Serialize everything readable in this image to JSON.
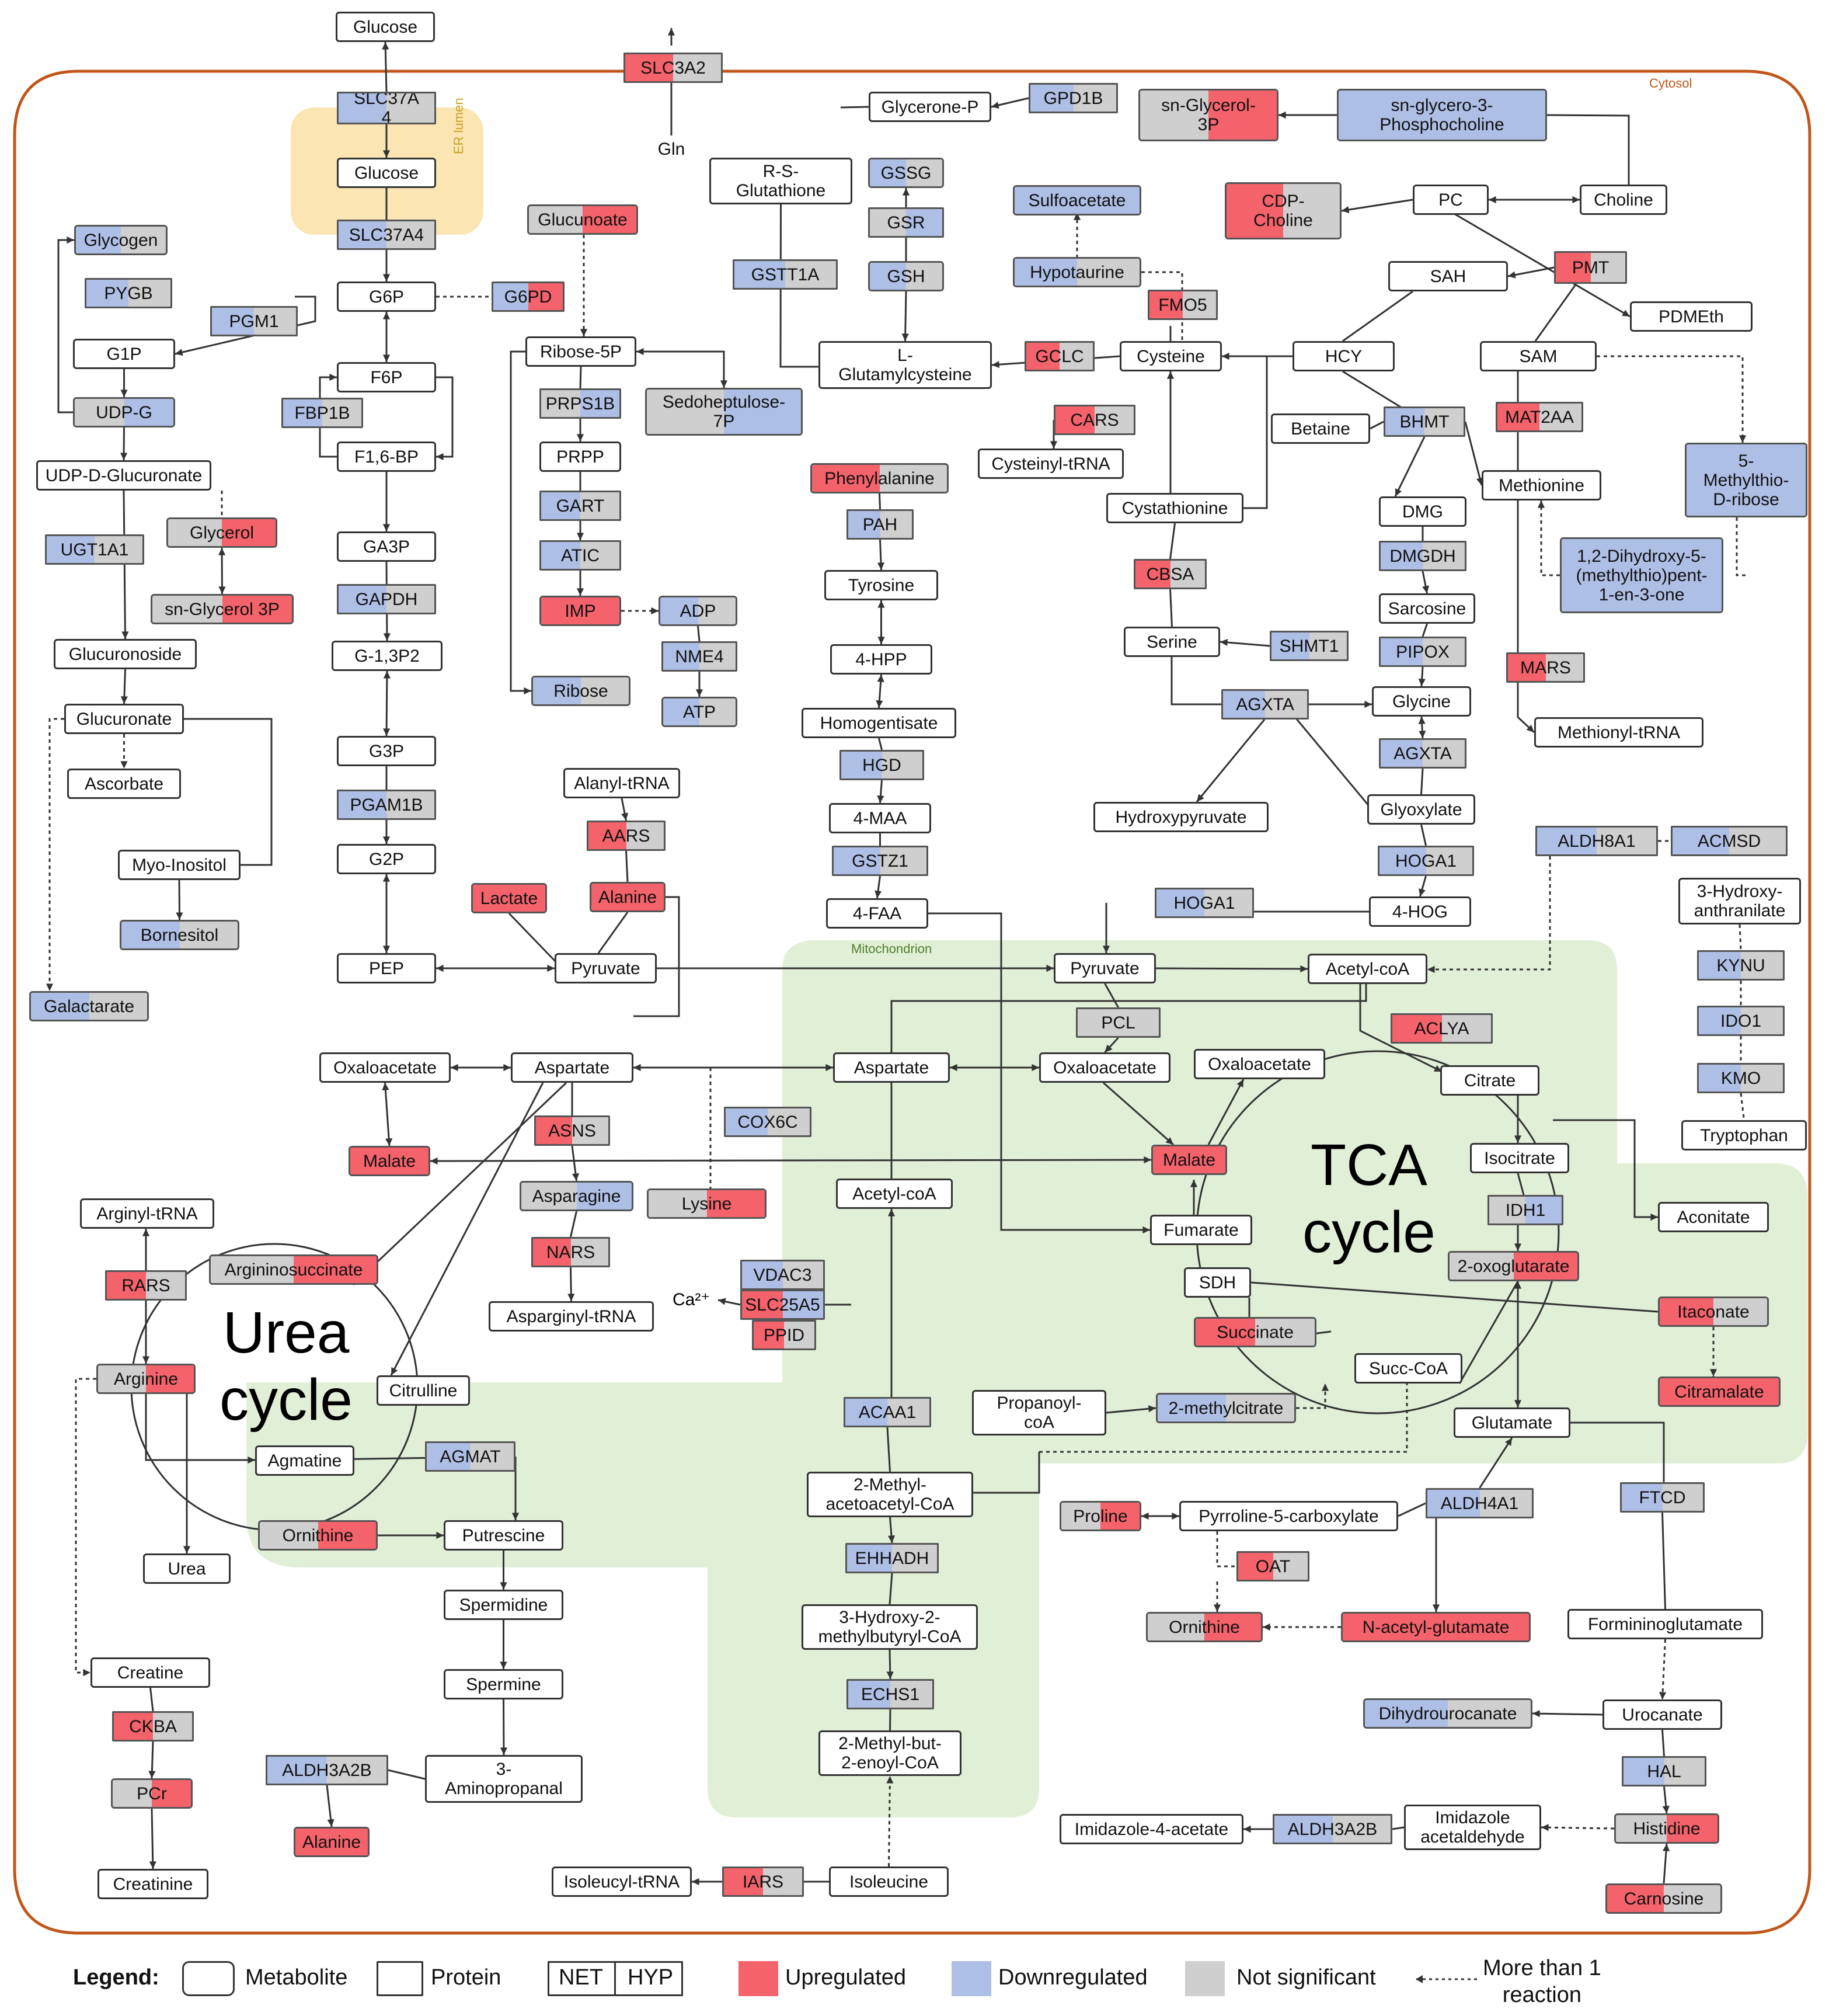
{
  "colors": {
    "up": "#f4626b",
    "down": "#aebfe6",
    "ns": "#cfcfcf",
    "cytosol": "#c0561a",
    "er": "#fbe5b3",
    "mito": "#e2efd7"
  },
  "regions": {
    "cytosol": "Cytosol",
    "er": "ER lumen",
    "mito": "Mitochondrion"
  },
  "cycles": {
    "tca": "TCA\ncycle",
    "urea": "Urea\ncycle"
  },
  "ca_label": "Ca²⁺",
  "nodes": [
    {
      "id": "glucose-top",
      "label": "Glucose"
    },
    {
      "id": "slc3a2",
      "label": "SLC3A2"
    },
    {
      "id": "gln",
      "label": "Gln"
    },
    {
      "id": "slc37a4-top",
      "label": "SLC37A\n4"
    },
    {
      "id": "glucose-er",
      "label": "Glucose"
    },
    {
      "id": "slc37a4",
      "label": "SLC37A4"
    },
    {
      "id": "g6p",
      "label": "G6P"
    },
    {
      "id": "g6pd",
      "label": "G6PD"
    },
    {
      "id": "glucunoate",
      "label": "Glucunoate"
    },
    {
      "id": "glycogen",
      "label": "Glycogen"
    },
    {
      "id": "pygb",
      "label": "PYGB"
    },
    {
      "id": "pgm1",
      "label": "PGM1"
    },
    {
      "id": "g1p",
      "label": "G1P"
    },
    {
      "id": "udpg",
      "label": "UDP-G"
    },
    {
      "id": "f6p",
      "label": "F6P"
    },
    {
      "id": "fbp1b",
      "label": "FBP1B"
    },
    {
      "id": "f16bp",
      "label": "F1,6-BP"
    },
    {
      "id": "udpdglucuronate",
      "label": "UDP-D-Glucuronate"
    },
    {
      "id": "glycerol",
      "label": "Glycerol"
    },
    {
      "id": "ugt1a1",
      "label": "UGT1A1"
    },
    {
      "id": "snglycerol3p-left",
      "label": "sn-Glycerol 3P"
    },
    {
      "id": "ga3p",
      "label": "GA3P"
    },
    {
      "id": "gapdh",
      "label": "GAPDH"
    },
    {
      "id": "g13p2",
      "label": "G-1,3P2"
    },
    {
      "id": "glucuronoside",
      "label": "Glucuronoside"
    },
    {
      "id": "glucuronate",
      "label": "Glucuronate"
    },
    {
      "id": "ascorbate",
      "label": "Ascorbate"
    },
    {
      "id": "g3p",
      "label": "G3P"
    },
    {
      "id": "pgam1b",
      "label": "PGAM1B"
    },
    {
      "id": "g2p",
      "label": "G2P"
    },
    {
      "id": "myoinositol",
      "label": "Myo-Inositol"
    },
    {
      "id": "bornesitol",
      "label": "Bornesitol"
    },
    {
      "id": "galactarate",
      "label": "Galactarate"
    },
    {
      "id": "ribose5p",
      "label": "Ribose-5P"
    },
    {
      "id": "sedoheptulose",
      "label": "Sedoheptulose-\n7P"
    },
    {
      "id": "prps1b",
      "label": "PRPS1B"
    },
    {
      "id": "prpp",
      "label": "PRPP"
    },
    {
      "id": "gart",
      "label": "GART"
    },
    {
      "id": "atic",
      "label": "ATIC"
    },
    {
      "id": "imp",
      "label": "IMP"
    },
    {
      "id": "adp",
      "label": "ADP"
    },
    {
      "id": "nme4",
      "label": "NME4"
    },
    {
      "id": "atp",
      "label": "ATP"
    },
    {
      "id": "ribose",
      "label": "Ribose"
    },
    {
      "id": "rsglutathione",
      "label": "R-S-\nGlutathione"
    },
    {
      "id": "gssg",
      "label": "GSSG"
    },
    {
      "id": "gsr",
      "label": "GSR"
    },
    {
      "id": "gsh",
      "label": "GSH"
    },
    {
      "id": "gstt1a",
      "label": "GSTT1A"
    },
    {
      "id": "lglutamylcysteine",
      "label": "L-\nGlutamylcysteine"
    },
    {
      "id": "glyceronep",
      "label": "Glycerone-P"
    },
    {
      "id": "gpd1b",
      "label": "GPD1B"
    },
    {
      "id": "snglycerol3p-top",
      "label": "sn-Glycerol-\n3P"
    },
    {
      "id": "snglycero3pc",
      "label": "sn-glycero-3-\nPhosphocholine"
    },
    {
      "id": "cdpcholine",
      "label": "CDP-\nCholine"
    },
    {
      "id": "pc",
      "label": "PC"
    },
    {
      "id": "choline",
      "label": "Choline"
    },
    {
      "id": "sulfoacetate",
      "label": "Sulfoacetate"
    },
    {
      "id": "hypotaurine",
      "label": "Hypotaurine"
    },
    {
      "id": "fmo5",
      "label": "FMO5"
    },
    {
      "id": "gclc",
      "label": "GCLC"
    },
    {
      "id": "cysteine",
      "label": "Cysteine"
    },
    {
      "id": "sah",
      "label": "SAH"
    },
    {
      "id": "pmt",
      "label": "PMT"
    },
    {
      "id": "pdmeth",
      "label": "PDMEth"
    },
    {
      "id": "hcy",
      "label": "HCY"
    },
    {
      "id": "sam",
      "label": "SAM"
    },
    {
      "id": "cars",
      "label": "CARS"
    },
    {
      "id": "cysteinyltrna",
      "label": "Cysteinyl-tRNA"
    },
    {
      "id": "betaine",
      "label": "Betaine"
    },
    {
      "id": "bhmt",
      "label": "BHMT"
    },
    {
      "id": "mat2aa",
      "label": "MAT2AA"
    },
    {
      "id": "methylthioribose",
      "label": "5-\nMethylthio-\nD-ribose"
    },
    {
      "id": "phenylalanine",
      "label": "Phenylalanine"
    },
    {
      "id": "pah",
      "label": "PAH"
    },
    {
      "id": "tyrosine",
      "label": "Tyrosine"
    },
    {
      "id": "cystathionine",
      "label": "Cystathionine"
    },
    {
      "id": "dmg",
      "label": "DMG"
    },
    {
      "id": "methionine",
      "label": "Methionine"
    },
    {
      "id": "dmgdh",
      "label": "DMGDH"
    },
    {
      "id": "cbsa",
      "label": "CBSA"
    },
    {
      "id": "dihydroxy",
      "label": "1,2-Dihydroxy-5-\n(methylthio)pent-\n1-en-3-one"
    },
    {
      "id": "sarcosine",
      "label": "Sarcosine"
    },
    {
      "id": "hpp",
      "label": "4-HPP"
    },
    {
      "id": "serine",
      "label": "Serine"
    },
    {
      "id": "shmt1",
      "label": "SHMT1"
    },
    {
      "id": "pipox",
      "label": "PIPOX"
    },
    {
      "id": "mars",
      "label": "MARS"
    },
    {
      "id": "homogentisate",
      "label": "Homogentisate"
    },
    {
      "id": "agxta-mid",
      "label": "AGXTA"
    },
    {
      "id": "glycine",
      "label": "Glycine"
    },
    {
      "id": "methionyltrna",
      "label": "Methionyl-tRNA"
    },
    {
      "id": "hgd",
      "label": "HGD"
    },
    {
      "id": "agxta",
      "label": "AGXTA"
    },
    {
      "id": "alanyltrna",
      "label": "Alanyl-tRNA"
    },
    {
      "id": "maa",
      "label": "4-MAA"
    },
    {
      "id": "hydroxypyruvate",
      "label": "Hydroxypyruvate"
    },
    {
      "id": "glyoxylate",
      "label": "Glyoxylate"
    },
    {
      "id": "aars",
      "label": "AARS"
    },
    {
      "id": "gstz1",
      "label": "GSTZ1"
    },
    {
      "id": "hoga1-right",
      "label": "HOGA1"
    },
    {
      "id": "aldh8a1",
      "label": "ALDH8A1"
    },
    {
      "id": "acmsd",
      "label": "ACMSD"
    },
    {
      "id": "lactate",
      "label": "Lactate"
    },
    {
      "id": "alanine-top",
      "label": "Alanine"
    },
    {
      "id": "hoga1-left",
      "label": "HOGA1"
    },
    {
      "id": "faa",
      "label": "4-FAA"
    },
    {
      "id": "hog",
      "label": "4-HOG"
    },
    {
      "id": "hydroxyanthranilate",
      "label": "3-Hydroxy-\nanthranilate"
    },
    {
      "id": "pep",
      "label": "PEP"
    },
    {
      "id": "pyruvate-cyto",
      "label": "Pyruvate"
    },
    {
      "id": "pyruvate-mito",
      "label": "Pyruvate"
    },
    {
      "id": "acetylcoa-top",
      "label": "Acetyl-coA"
    },
    {
      "id": "kynu",
      "label": "KYNU"
    },
    {
      "id": "pcl",
      "label": "PCL"
    },
    {
      "id": "aclya",
      "label": "ACLYA"
    },
    {
      "id": "ido1",
      "label": "IDO1"
    },
    {
      "id": "oxaloacetate-left",
      "label": "Oxaloacetate"
    },
    {
      "id": "aspartate-cyto",
      "label": "Aspartate"
    },
    {
      "id": "aspartate-mito",
      "label": "Aspartate"
    },
    {
      "id": "oxaloacetate-mid",
      "label": "Oxaloacetate"
    },
    {
      "id": "oxaloacetate-tca",
      "label": "Oxaloacetate"
    },
    {
      "id": "citrate",
      "label": "Citrate"
    },
    {
      "id": "kmo",
      "label": "KMO"
    },
    {
      "id": "cox6c",
      "label": "COX6C"
    },
    {
      "id": "asns",
      "label": "ASNS"
    },
    {
      "id": "malate-left",
      "label": "Malate"
    },
    {
      "id": "malate-tca",
      "label": "Malate"
    },
    {
      "id": "isocitrate",
      "label": "Isocitrate"
    },
    {
      "id": "tryptophan",
      "label": "Tryptophan"
    },
    {
      "id": "asparagine",
      "label": "Asparagine"
    },
    {
      "id": "lysine",
      "label": "Lysine"
    },
    {
      "id": "acetylcoa-mito",
      "label": "Acetyl-coA"
    },
    {
      "id": "arginyltrna",
      "label": "Arginyl-tRNA"
    },
    {
      "id": "idh1",
      "label": "IDH1"
    },
    {
      "id": "aconitate",
      "label": "Aconitate"
    },
    {
      "id": "fumarate",
      "label": "Fumarate"
    },
    {
      "id": "nars",
      "label": "NARS"
    },
    {
      "id": "argininosuccinate",
      "label": "Argininosuccinate"
    },
    {
      "id": "rars",
      "label": "RARS"
    },
    {
      "id": "vdac3",
      "label": "VDAC3"
    },
    {
      "id": "oxoglutarate",
      "label": "2-oxoglutarate"
    },
    {
      "id": "sdh",
      "label": "SDH"
    },
    {
      "id": "slc25a5",
      "label": "SLC25A5"
    },
    {
      "id": "asparginyltrna",
      "label": "Asparginyl-tRNA"
    },
    {
      "id": "itaconate",
      "label": "Itaconate"
    },
    {
      "id": "ppid",
      "label": "PPID"
    },
    {
      "id": "succinate",
      "label": "Succinate"
    },
    {
      "id": "arginine",
      "label": "Arginine"
    },
    {
      "id": "citrulline",
      "label": "Citrulline"
    },
    {
      "id": "succcoa",
      "label": "Succ-CoA"
    },
    {
      "id": "citramalate",
      "label": "Citramalate"
    },
    {
      "id": "propanoylcoa",
      "label": "Propanoyl-\ncoA"
    },
    {
      "id": "methylcitrate",
      "label": "2-methylcitrate"
    },
    {
      "id": "acaa1",
      "label": "ACAA1"
    },
    {
      "id": "glutamate",
      "label": "Glutamate"
    },
    {
      "id": "agmatine",
      "label": "Agmatine"
    },
    {
      "id": "agmat",
      "label": "AGMAT"
    },
    {
      "id": "methylacetoacetyl",
      "label": "2-Methyl-\nacetoacetyl-CoA"
    },
    {
      "id": "ftcd",
      "label": "FTCD"
    },
    {
      "id": "proline",
      "label": "Proline"
    },
    {
      "id": "p5c",
      "label": "Pyrroline-5-carboxylate"
    },
    {
      "id": "aldh4a1",
      "label": "ALDH4A1"
    },
    {
      "id": "ornithine-urea",
      "label": "Ornithine"
    },
    {
      "id": "putrescine",
      "label": "Putrescine"
    },
    {
      "id": "urea",
      "label": "Urea"
    },
    {
      "id": "ehhadh",
      "label": "EHHADH"
    },
    {
      "id": "oat",
      "label": "OAT"
    },
    {
      "id": "spermidine",
      "label": "Spermidine"
    },
    {
      "id": "hydroxymethylbutyryl",
      "label": "3-Hydroxy-2-\nmethylbutyryl-CoA"
    },
    {
      "id": "ornithine-right",
      "label": "Ornithine"
    },
    {
      "id": "nacetylglutamate",
      "label": "N-acetyl-glutamate"
    },
    {
      "id": "formininoglutamate",
      "label": "Formininoglutamate"
    },
    {
      "id": "creatine",
      "label": "Creatine"
    },
    {
      "id": "spermine",
      "label": "Spermine"
    },
    {
      "id": "echs1",
      "label": "ECHS1"
    },
    {
      "id": "dihydrourocanate",
      "label": "Dihydrourocanate"
    },
    {
      "id": "urocanate",
      "label": "Urocanate"
    },
    {
      "id": "ckba",
      "label": "CKBA"
    },
    {
      "id": "methylbutenoyl",
      "label": "2-Methyl-but-\n2-enoyl-CoA"
    },
    {
      "id": "aldh3a2b-left",
      "label": "ALDH3A2B"
    },
    {
      "id": "aminopropanal",
      "label": "3-\nAminopropanal"
    },
    {
      "id": "hal",
      "label": "HAL"
    },
    {
      "id": "pcr",
      "label": "PCr"
    },
    {
      "id": "imidazoleacetaldehyde",
      "label": "Imidazole\nacetaldehyde"
    },
    {
      "id": "imidazole4acetate",
      "label": "Imidazole-4-acetate"
    },
    {
      "id": "aldh3a2b-right",
      "label": "ALDH3A2B"
    },
    {
      "id": "alanine-bottom",
      "label": "Alanine"
    },
    {
      "id": "histidine",
      "label": "Histidine"
    },
    {
      "id": "creatinine",
      "label": "Creatinine"
    },
    {
      "id": "isoleucyltrna",
      "label": "Isoleucyl-tRNA"
    },
    {
      "id": "iars",
      "label": "IARS"
    },
    {
      "id": "isoleucine",
      "label": "Isoleucine"
    },
    {
      "id": "carnosine",
      "label": "Carnosine"
    }
  ],
  "legend": {
    "title": "Legend:",
    "metabolite": "Metabolite",
    "protein": "Protein",
    "net": "NET",
    "hyp": "HYP",
    "up": "Upregulated",
    "down": "Downregulated",
    "ns": "Not significant",
    "dotted": "More than 1\nreaction"
  }
}
